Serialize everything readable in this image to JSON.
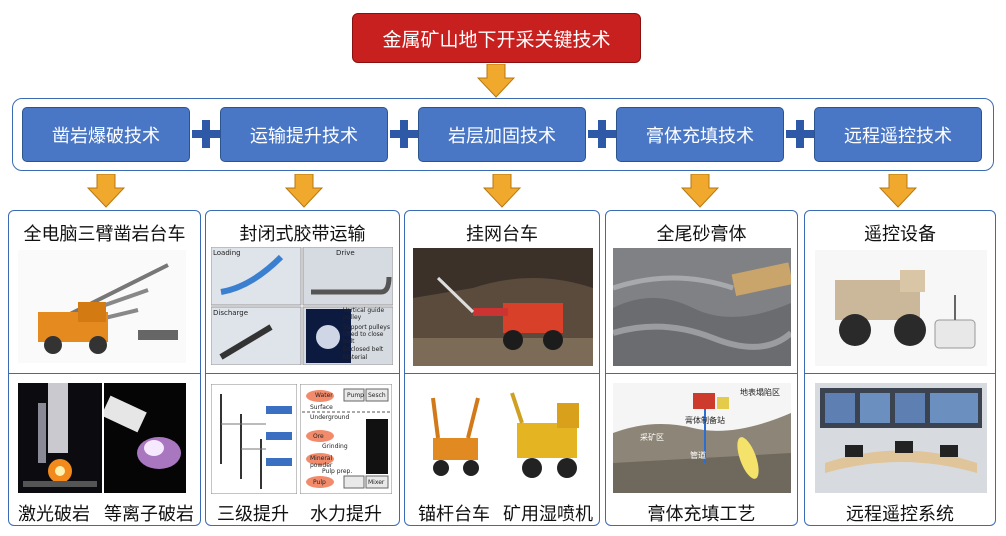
{
  "title": "金属矿山地下开采关键技术",
  "techniques": [
    {
      "label": "凿岩爆破技术"
    },
    {
      "label": "运输提升技术"
    },
    {
      "label": "岩层加固技术"
    },
    {
      "label": "膏体充填技术"
    },
    {
      "label": "远程遥控技术"
    }
  ],
  "columns": [
    {
      "heading": "全电脑三臂凿岩台车",
      "captions": [
        "激光破岩",
        "等离子破岩"
      ]
    },
    {
      "heading": "封闭式胶带运输",
      "captions": [
        "三级提升",
        "水力提升"
      ],
      "belt_labels": {
        "loading": "Loading",
        "drive": "Drive",
        "discharge": "Discharge",
        "vertical": "Vertical guide pulley",
        "support": "Support pulleys lifted to close belt",
        "enclosed": "Enclosed belt",
        "material": "Material"
      },
      "hydro_labels": {
        "water": "Water",
        "pump": "Pump",
        "sesch": "Sesch",
        "surface": "Surface",
        "underground": "Underground",
        "ore": "Ore",
        "grinding": "Grinding",
        "mineral": "Mineral powder",
        "pulp_prep": "Pulp prep.",
        "pulp": "Pulp",
        "mixer": "Mixer"
      }
    },
    {
      "heading": "挂网台车",
      "captions": [
        "锚杆台车",
        "矿用湿喷机"
      ]
    },
    {
      "heading": "全尾砂膏体",
      "captions": [
        "膏体充填工艺"
      ],
      "process_labels": {
        "collapse": "地表塌陷区",
        "station": "膏体制备站",
        "stope": "采矿区",
        "pipe": "管道"
      }
    },
    {
      "heading": "遥控设备",
      "captions": [
        "远程遥控系统"
      ]
    }
  ],
  "colors": {
    "title_bg": "#c8201f",
    "tech_bg": "#4a77c5",
    "frame": "#3b6bb5",
    "arrow": "#f0a92c",
    "plus": "#2e59a6"
  }
}
